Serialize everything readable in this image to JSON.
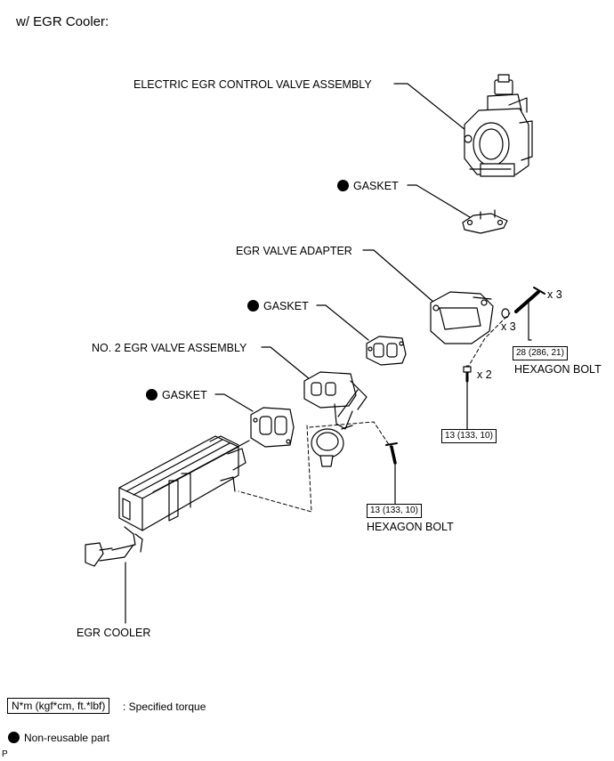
{
  "heading": "w/ EGR Cooler:",
  "labels": {
    "egr_control_valve": "ELECTRIC EGR CONTROL VALVE ASSEMBLY",
    "gasket_top": "GASKET",
    "egr_valve_adapter": "EGR VALVE ADAPTER",
    "gasket_middle": "GASKET",
    "no2_egr_valve": "NO. 2 EGR VALVE ASSEMBLY",
    "gasket_lower": "GASKET",
    "egr_cooler": "EGR COOLER",
    "hexagon_bolt_right": "HEXAGON BOLT",
    "hexagon_bolt_center": "HEXAGON BOLT"
  },
  "torques": {
    "bolt_28": "28 (286, 21)",
    "nut_13": "13 (133, 10)",
    "bolt_13": "13 (133, 10)"
  },
  "quantities": {
    "bolt_x3": "x 3",
    "washer_x3": "x 3",
    "stud_x2": "x 2"
  },
  "legend": {
    "torque_box": "N*m (kgf*cm, ft.*lbf)",
    "torque_text": ": Specified torque",
    "nonreusable_text": "Non-reusable part"
  },
  "footer_mark": "P"
}
